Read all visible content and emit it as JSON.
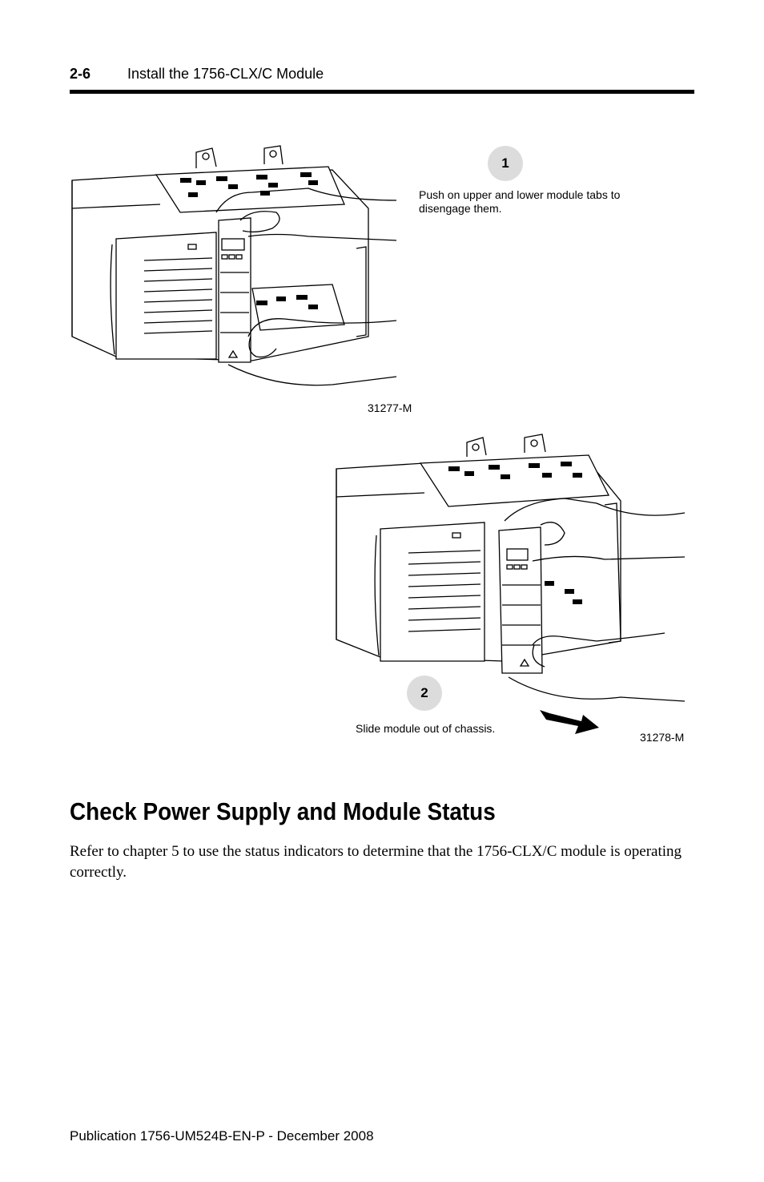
{
  "header": {
    "page_number": "2-6",
    "chapter_title": "Install the 1756-CLX/C Module"
  },
  "figure1": {
    "callout_number": "1",
    "caption": "Push on upper and lower module tabs to disengage them.",
    "figure_id": "31277-M"
  },
  "figure2": {
    "callout_number": "2",
    "caption": "Slide module out of chassis.",
    "figure_id": "31278-M"
  },
  "section": {
    "heading": "Check Power Supply and Module Status",
    "body": "Refer to chapter 5 to use the status indicators to determine that the 1756-CLX/C module is operating correctly."
  },
  "footer": {
    "publication": "Publication 1756-UM524B-EN-P - December 2008"
  }
}
